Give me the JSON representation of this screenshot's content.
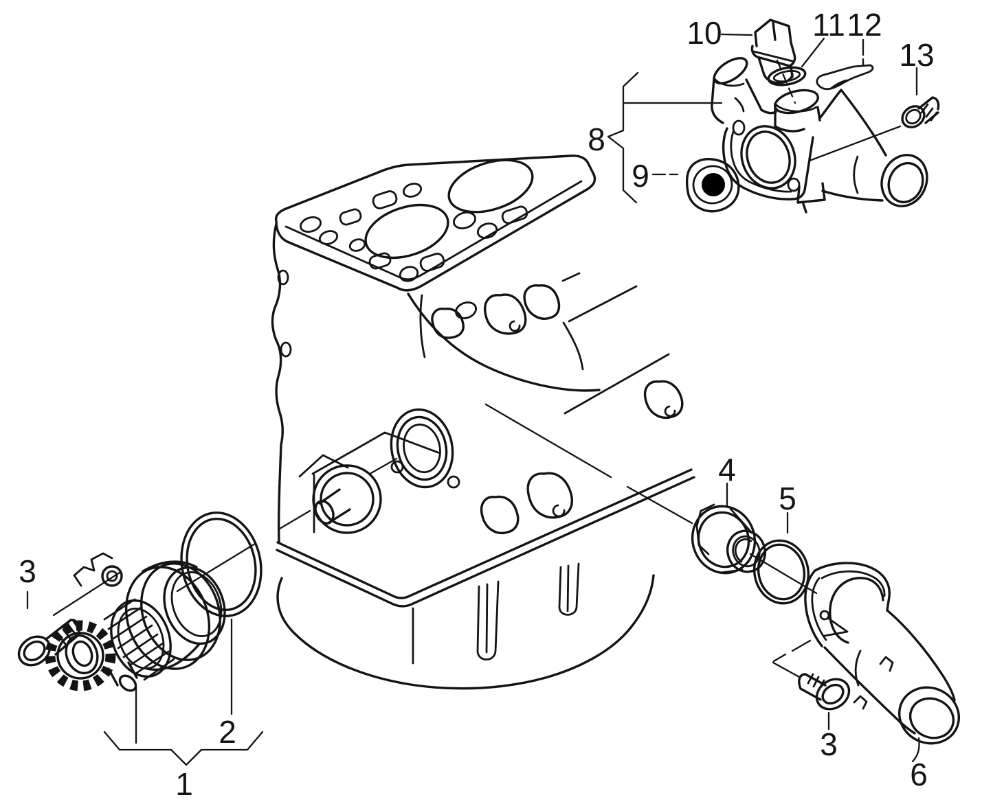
{
  "diagram": {
    "kind": "exploded-parts-line-drawing",
    "background": "#ffffff",
    "ink": "#141414",
    "highlight_fill": "#000000"
  },
  "callouts": {
    "c1": {
      "label": "1"
    },
    "c2": {
      "label": "2"
    },
    "c3": {
      "label": "3"
    },
    "c4": {
      "label": "4"
    },
    "c5": {
      "label": "5"
    },
    "c6": {
      "label": "6"
    },
    "c8": {
      "label": "8"
    },
    "c9": {
      "label": "9"
    },
    "c10": {
      "label": "10"
    },
    "c11": {
      "label": "11"
    },
    "c12": {
      "label": "12"
    },
    "c13": {
      "label": "13"
    }
  }
}
